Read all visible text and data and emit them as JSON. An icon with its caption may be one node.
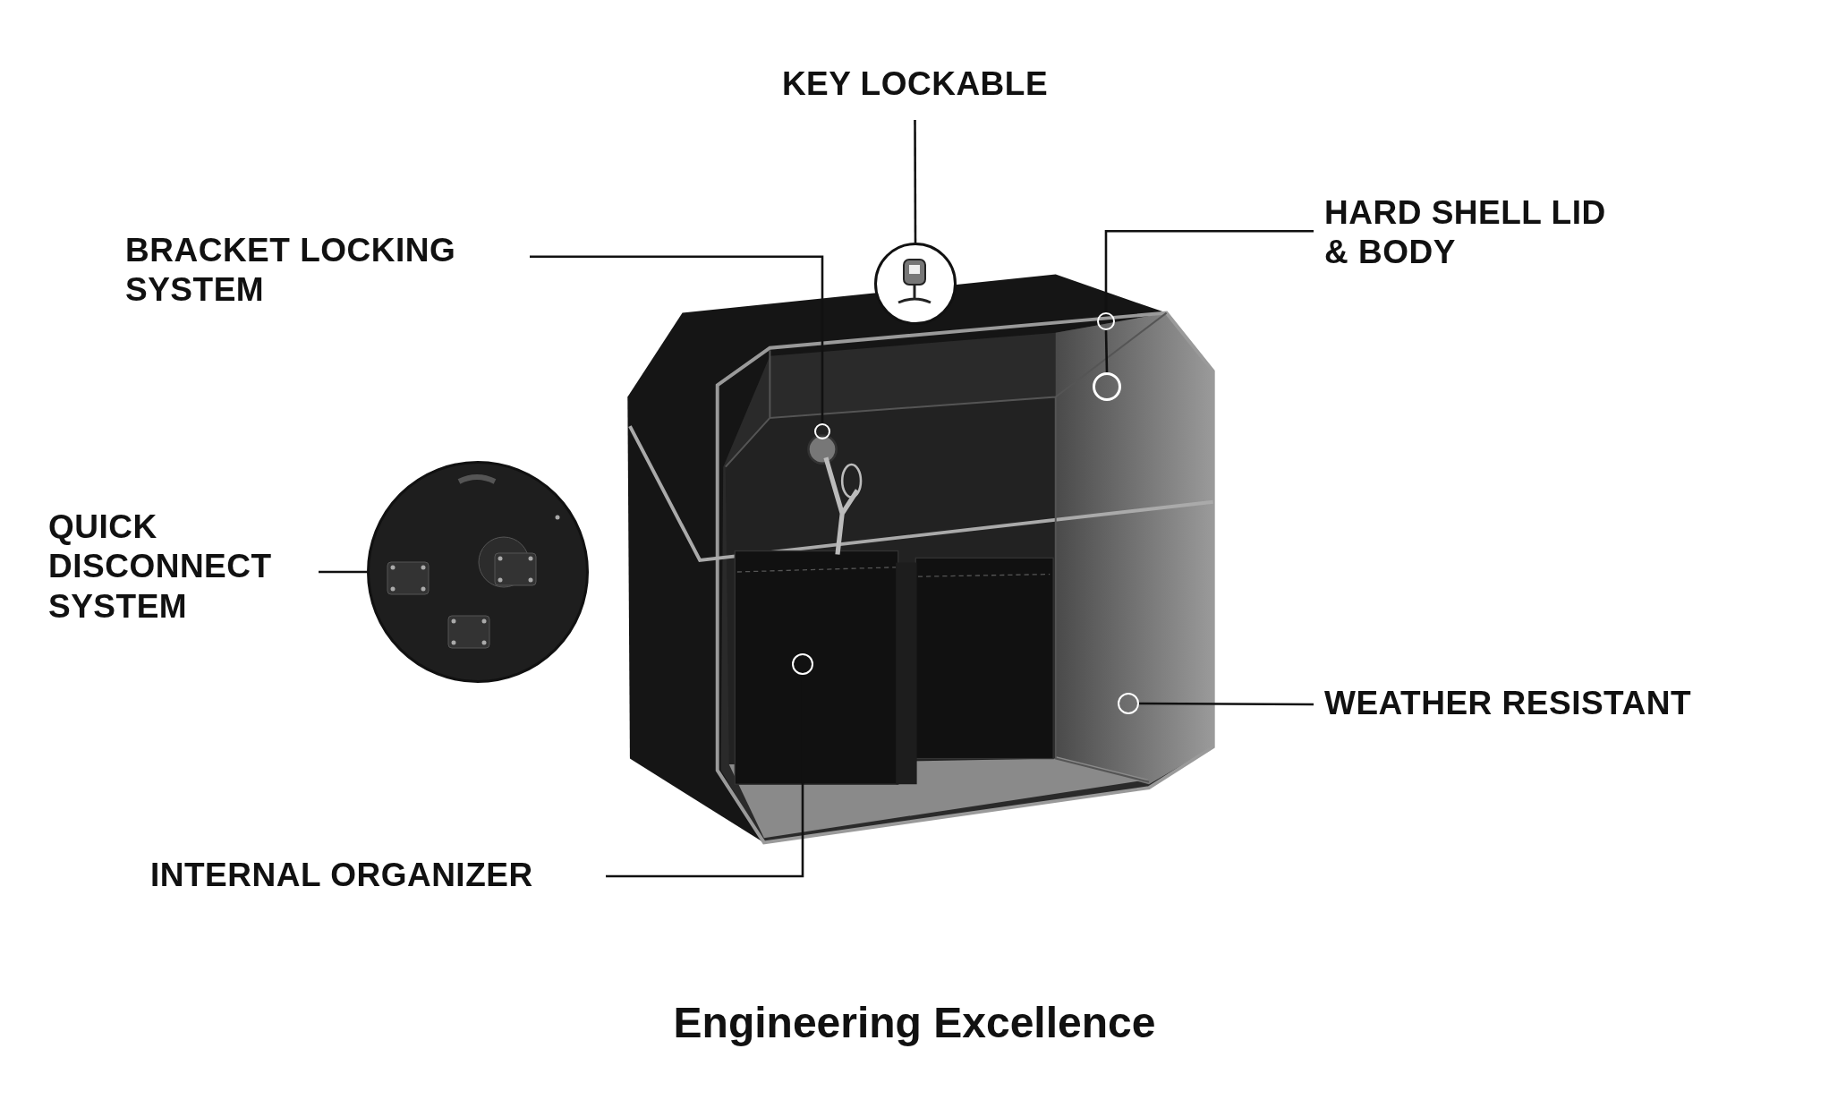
{
  "diagram": {
    "title": "Engineering Excellence",
    "nodes": [
      {
        "text": [
          "KEY LOCKABLE"
        ]
      },
      {
        "text": [],
        "shape": "circle"
      },
      {
        "text": [
          "BRACKET LOCKING SYSTEM"
        ]
      },
      {
        "text": [],
        "shape": "circle"
      },
      {
        "text": [
          "HARD SHELL LID & BODY"
        ]
      },
      {
        "text": [],
        "shape": "circle"
      },
      {
        "text": [],
        "shape": "circle"
      },
      {
        "text": [
          "QUICK DISCONNECT SYSTEM"
        ]
      },
      {
        "text": [],
        "shape": "picture"
      },
      {
        "text": [
          "WEATHER RESISTANT"
        ]
      },
      {
        "text": [],
        "shape": "circle"
      },
      {
        "text": [
          "INTERNAL ORGANIZER"
        ]
      },
      {
        "text": [],
        "shape": "circle"
      }
    ],
    "edges": [
      {
        "from": 0,
        "to": 1,
        "arrow": "none"
      },
      {
        "from": 2,
        "to": 3,
        "arrow": "none"
      },
      {
        "from": 4,
        "to": 5,
        "arrow": "none"
      },
      {
        "from": 5,
        "to": 6,
        "arrow": "none"
      },
      {
        "from": 7,
        "to": 8,
        "arrow": "none"
      },
      {
        "from": 9,
        "to": 10,
        "arrow": "none"
      },
      {
        "from": 11,
        "to": 12,
        "arrow": "none"
      }
    ]
  }
}
